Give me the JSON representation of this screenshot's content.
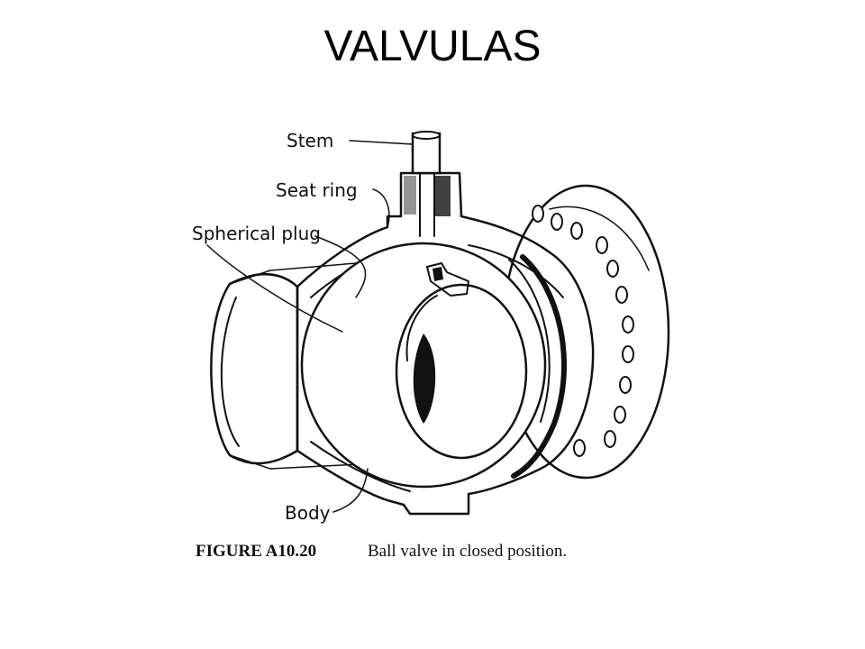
{
  "slide": {
    "title": "VALVULAS"
  },
  "figure": {
    "labels": {
      "stem": "Stem",
      "seat_ring": "Seat ring",
      "spherical_plug": "Spherical plug",
      "body": "Body"
    },
    "caption": {
      "number": "FIGURE A10.20",
      "text": "Ball valve in closed position."
    },
    "colors": {
      "ink": "#111111",
      "background": "#ffffff"
    }
  }
}
